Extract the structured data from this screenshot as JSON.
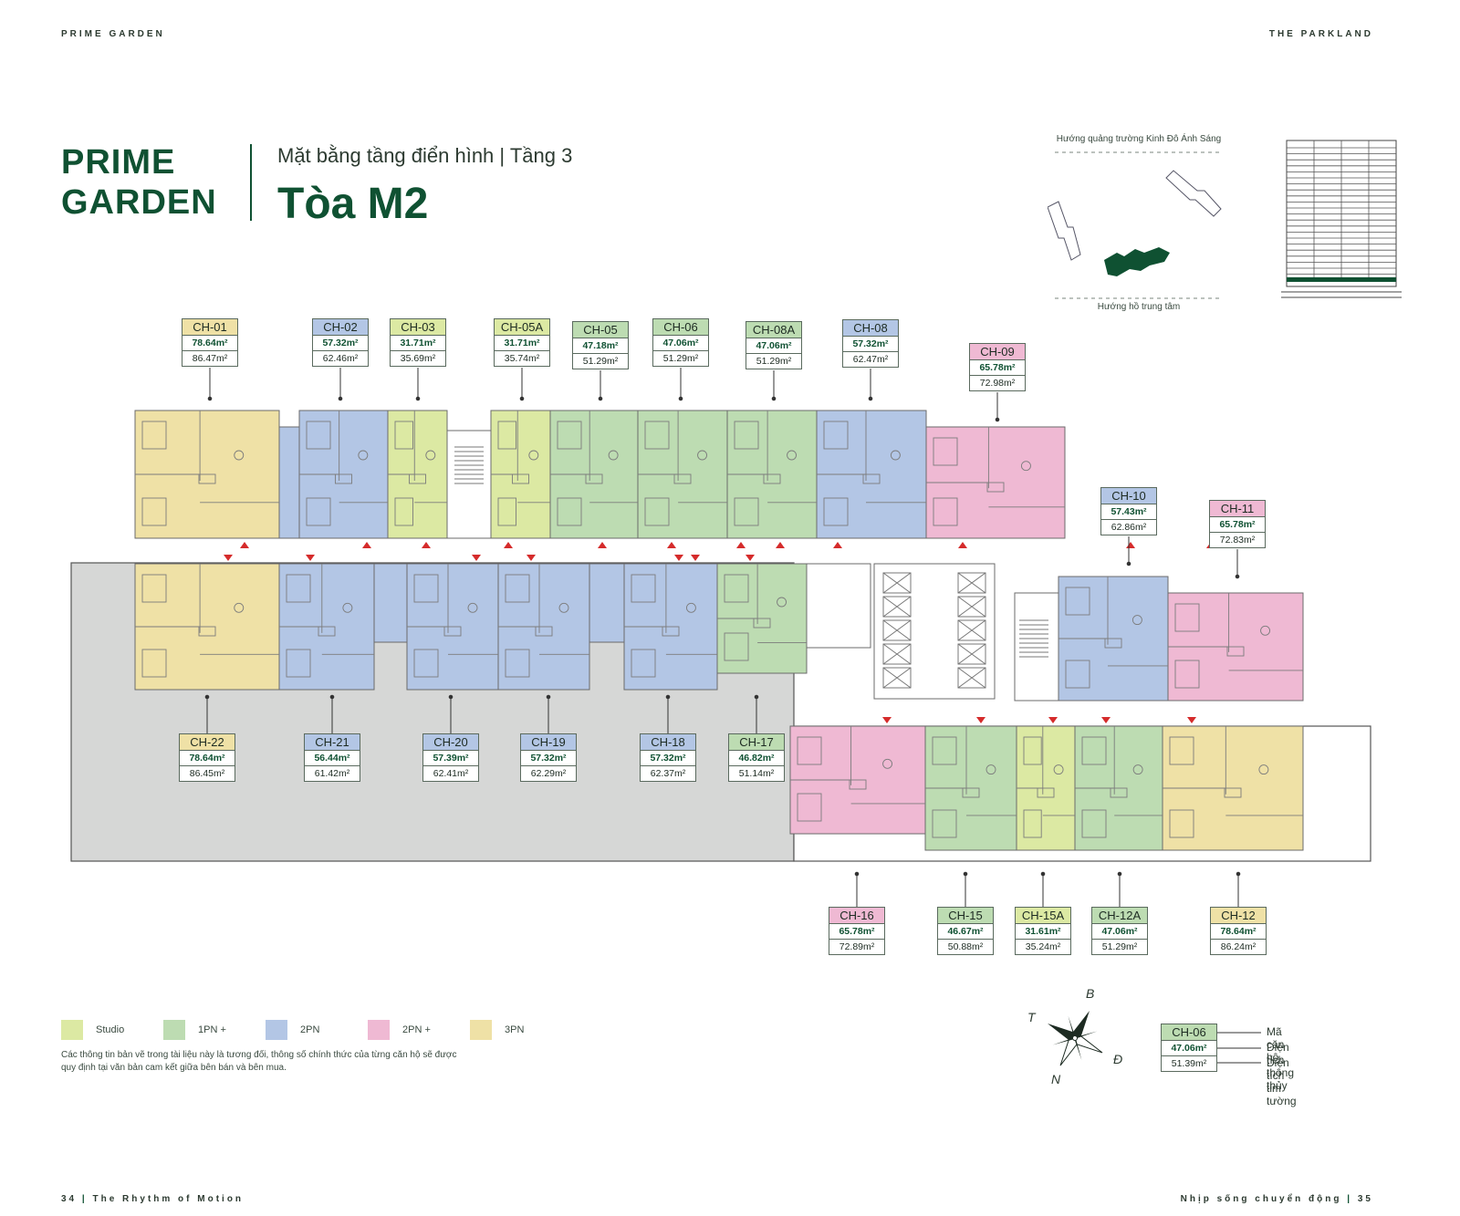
{
  "header": {
    "left": "PRIME GARDEN",
    "right": "THE PARKLAND"
  },
  "title": {
    "line1": "PRIME",
    "line2": "GARDEN",
    "subtitle": "Mặt bằng tầng điển hình | Tầng 3",
    "tower": "Tòa M2"
  },
  "site": {
    "top_label": "Hướng quảng trường Kinh Đô Ánh Sáng",
    "bottom_label": "Hướng hồ trung tâm"
  },
  "colors": {
    "studio": "#dce9a3",
    "onepn": "#bddcb2",
    "twopn": "#b3c6e5",
    "twopnplus": "#efb9d3",
    "threepn": "#efe1a6",
    "ink": "#0f5132"
  },
  "units": [
    {
      "code": "CH-01",
      "a1": "78.64m²",
      "a2": "86.47m²",
      "type": "threepn"
    },
    {
      "code": "CH-02",
      "a1": "57.32m²",
      "a2": "62.46m²",
      "type": "twopn"
    },
    {
      "code": "CH-03",
      "a1": "31.71m²",
      "a2": "35.69m²",
      "type": "studio"
    },
    {
      "code": "CH-05A",
      "a1": "31.71m²",
      "a2": "35.74m²",
      "type": "studio"
    },
    {
      "code": "CH-05",
      "a1": "47.18m²",
      "a2": "51.29m²",
      "type": "onepn"
    },
    {
      "code": "CH-06",
      "a1": "47.06m²",
      "a2": "51.29m²",
      "type": "onepn"
    },
    {
      "code": "CH-08A",
      "a1": "47.06m²",
      "a2": "51.29m²",
      "type": "onepn"
    },
    {
      "code": "CH-08",
      "a1": "57.32m²",
      "a2": "62.47m²",
      "type": "twopn"
    },
    {
      "code": "CH-09",
      "a1": "65.78m²",
      "a2": "72.98m²",
      "type": "twopnplus"
    },
    {
      "code": "CH-10",
      "a1": "57.43m²",
      "a2": "62.86m²",
      "type": "twopn"
    },
    {
      "code": "CH-11",
      "a1": "65.78m²",
      "a2": "72.83m²",
      "type": "twopnplus"
    },
    {
      "code": "CH-22",
      "a1": "78.64m²",
      "a2": "86.45m²",
      "type": "threepn"
    },
    {
      "code": "CH-21",
      "a1": "56.44m²",
      "a2": "61.42m²",
      "type": "twopn"
    },
    {
      "code": "CH-20",
      "a1": "57.39m²",
      "a2": "62.41m²",
      "type": "twopn"
    },
    {
      "code": "CH-19",
      "a1": "57.32m²",
      "a2": "62.29m²",
      "type": "twopn"
    },
    {
      "code": "CH-18",
      "a1": "57.32m²",
      "a2": "62.37m²",
      "type": "twopn"
    },
    {
      "code": "CH-17",
      "a1": "46.82m²",
      "a2": "51.14m²",
      "type": "onepn"
    },
    {
      "code": "CH-16",
      "a1": "65.78m²",
      "a2": "72.89m²",
      "type": "twopnplus"
    },
    {
      "code": "CH-15",
      "a1": "46.67m²",
      "a2": "50.88m²",
      "type": "onepn"
    },
    {
      "code": "CH-15A",
      "a1": "31.61m²",
      "a2": "35.24m²",
      "type": "studio"
    },
    {
      "code": "CH-12A",
      "a1": "47.06m²",
      "a2": "51.29m²",
      "type": "onepn"
    },
    {
      "code": "CH-12",
      "a1": "78.64m²",
      "a2": "86.24m²",
      "type": "threepn"
    }
  ],
  "legend": [
    {
      "label": "Studio",
      "type": "studio"
    },
    {
      "label": "1PN +",
      "type": "onepn"
    },
    {
      "label": "2PN",
      "type": "twopn"
    },
    {
      "label": "2PN +",
      "type": "twopnplus"
    },
    {
      "label": "3PN",
      "type": "threepn"
    }
  ],
  "note": "Các thông tin bản vẽ trong tài liệu này là tương đối, thông số chính thức của từng căn hộ sẽ được quy định tại văn bản cam kết giữa bên bán và bên mua.",
  "compass": {
    "north": "B",
    "west": "T",
    "east": "Đ",
    "south": "N"
  },
  "key": {
    "code": "CH-06",
    "a1": "47.06m²",
    "a2": "51.39m²",
    "label_code": "Mã căn hộ",
    "label_a1": "Diện tích thông thủy",
    "label_a2": "Diện tích tim tường"
  },
  "footer": {
    "left_num": "34",
    "left_text": "The Rhythm of Motion",
    "right_text": "Nhịp sống chuyển động",
    "right_num": "35"
  }
}
